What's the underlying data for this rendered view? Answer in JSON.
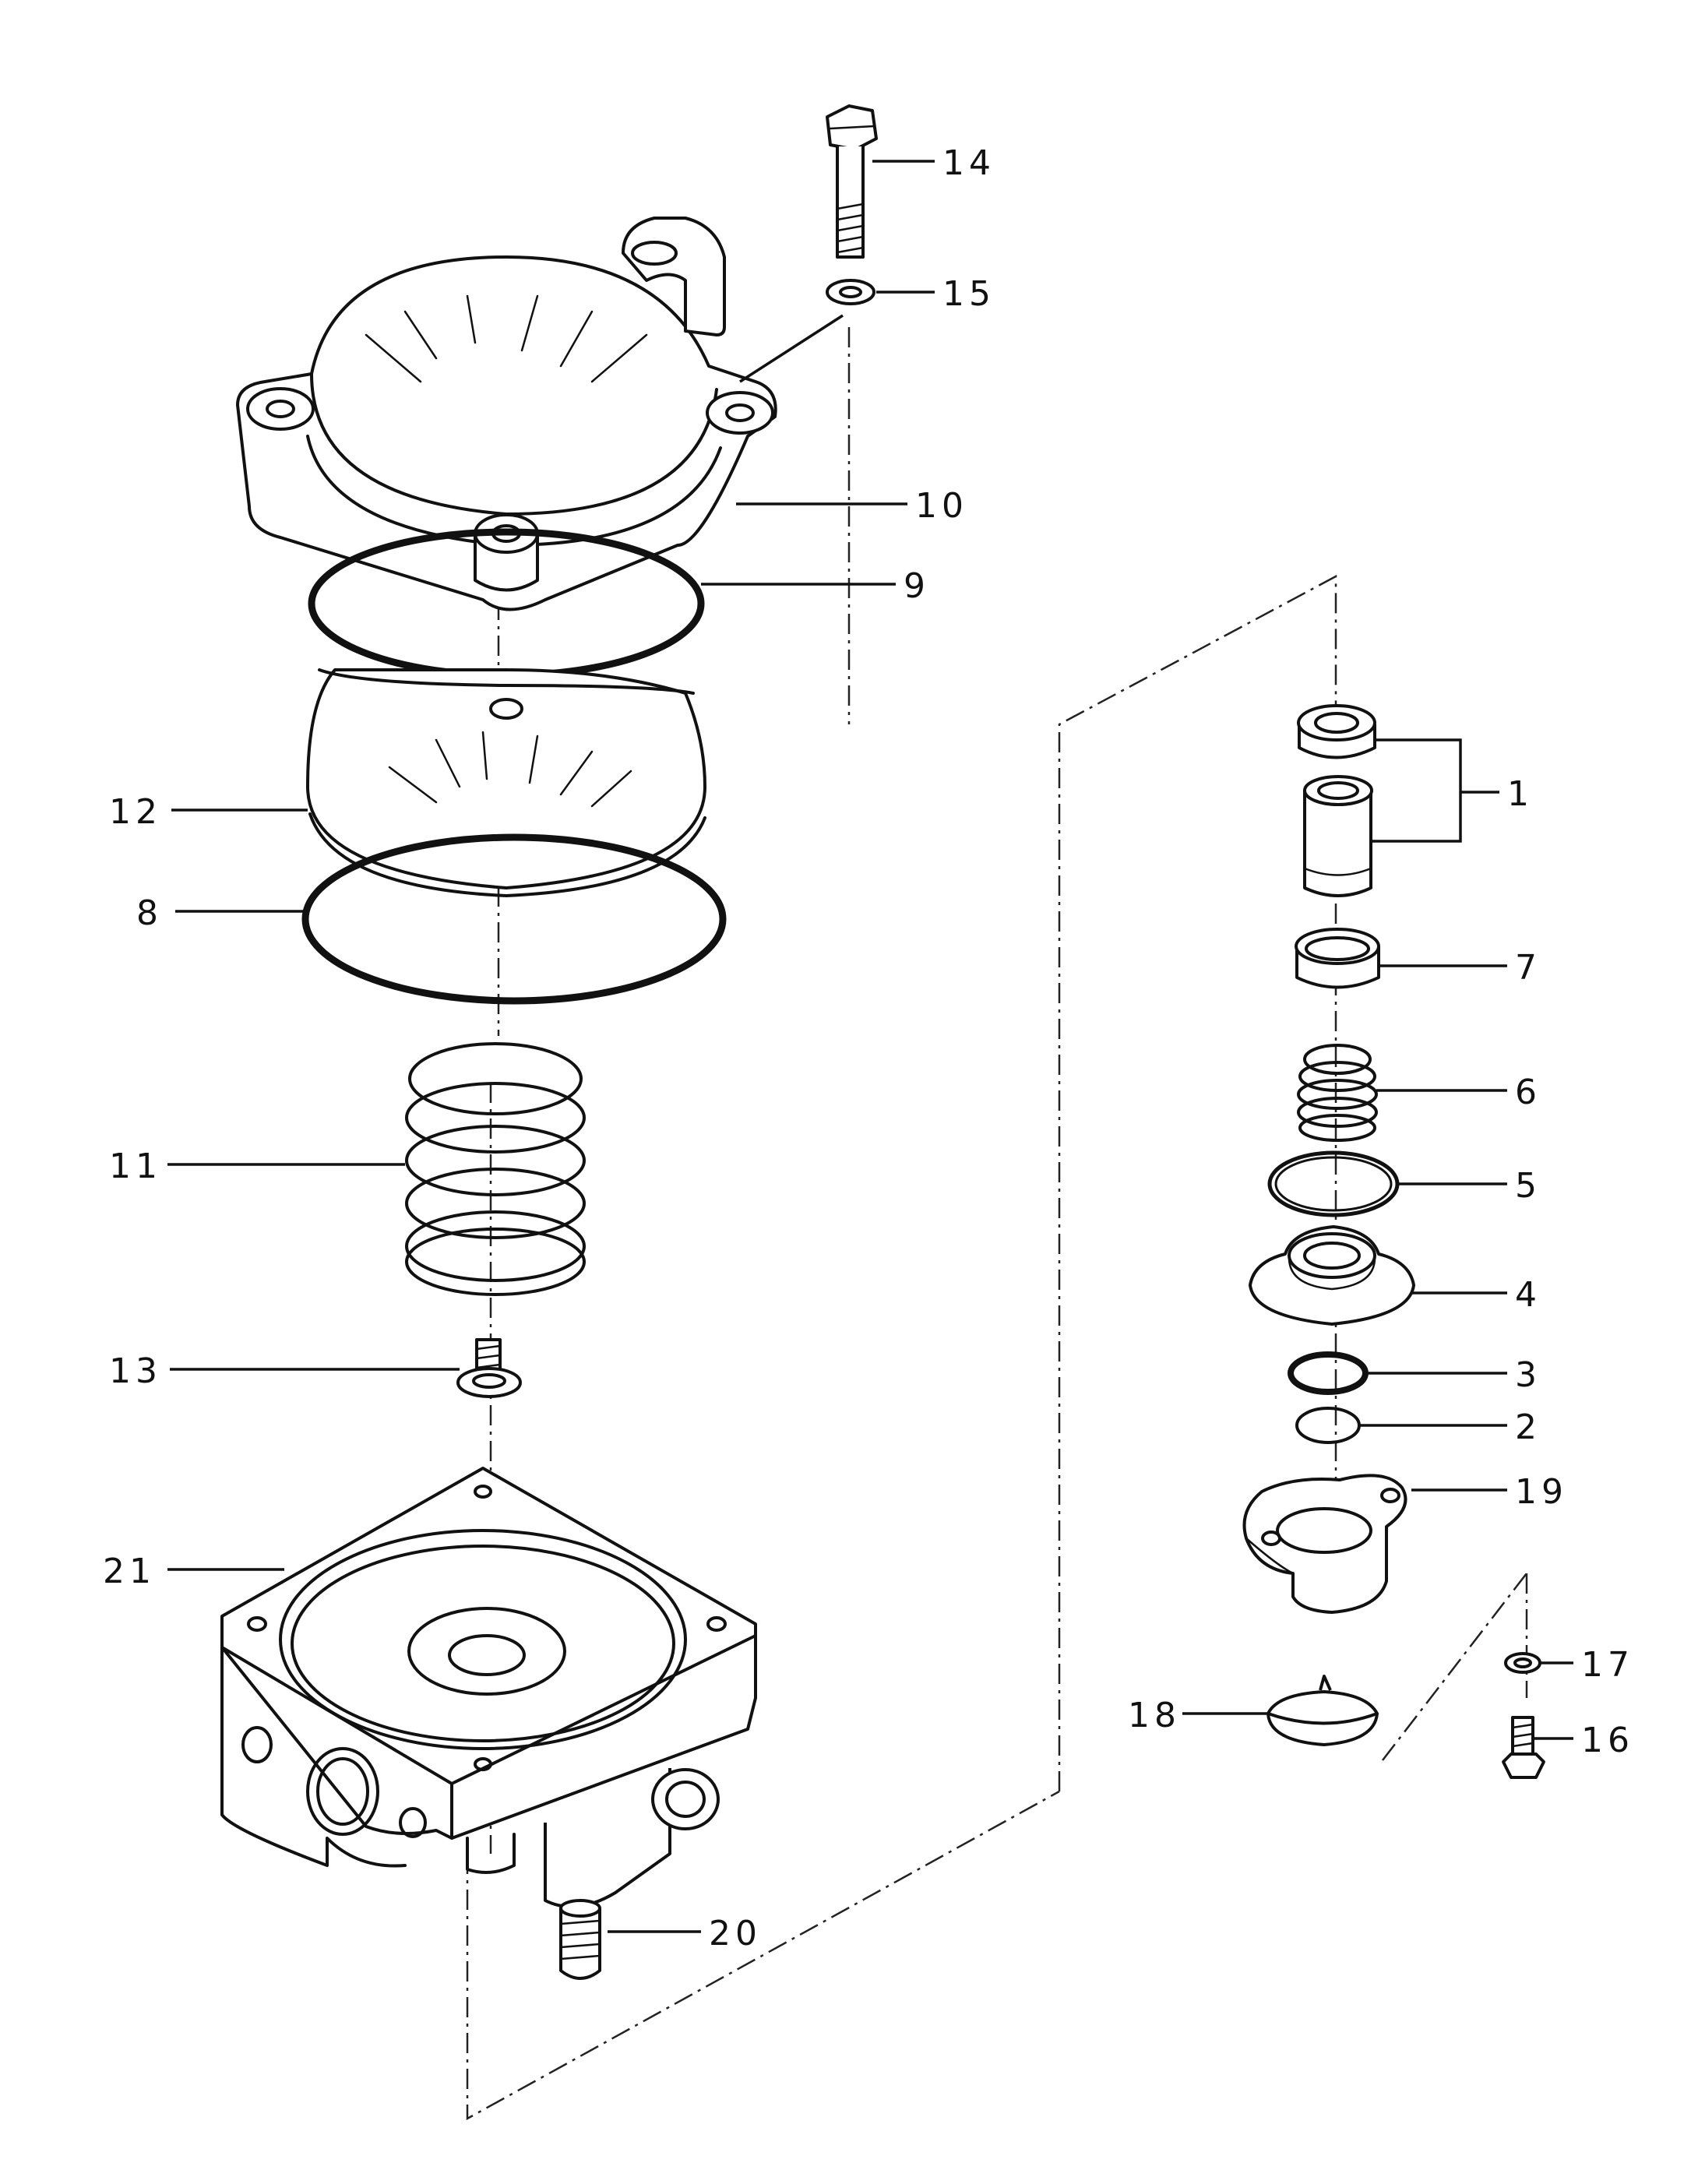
{
  "callouts": [
    {
      "id": "p1",
      "number": "1"
    },
    {
      "id": "p2",
      "number": "2"
    },
    {
      "id": "p3",
      "number": "3"
    },
    {
      "id": "p4",
      "number": "4"
    },
    {
      "id": "p5",
      "number": "5"
    },
    {
      "id": "p6",
      "number": "6"
    },
    {
      "id": "p7",
      "number": "7"
    },
    {
      "id": "p8",
      "number": "8"
    },
    {
      "id": "p9",
      "number": "9"
    },
    {
      "id": "p10",
      "number": "10"
    },
    {
      "id": "p11",
      "number": "11"
    },
    {
      "id": "p12",
      "number": "12"
    },
    {
      "id": "p13",
      "number": "13"
    },
    {
      "id": "p14",
      "number": "14"
    },
    {
      "id": "p15",
      "number": "15"
    },
    {
      "id": "p16",
      "number": "16"
    },
    {
      "id": "p17",
      "number": "17"
    },
    {
      "id": "p18",
      "number": "18"
    },
    {
      "id": "p19",
      "number": "19"
    },
    {
      "id": "p20",
      "number": "20"
    },
    {
      "id": "p21",
      "number": "21"
    }
  ],
  "colors": {
    "ink": "#111111",
    "paper": "#ffffff"
  }
}
